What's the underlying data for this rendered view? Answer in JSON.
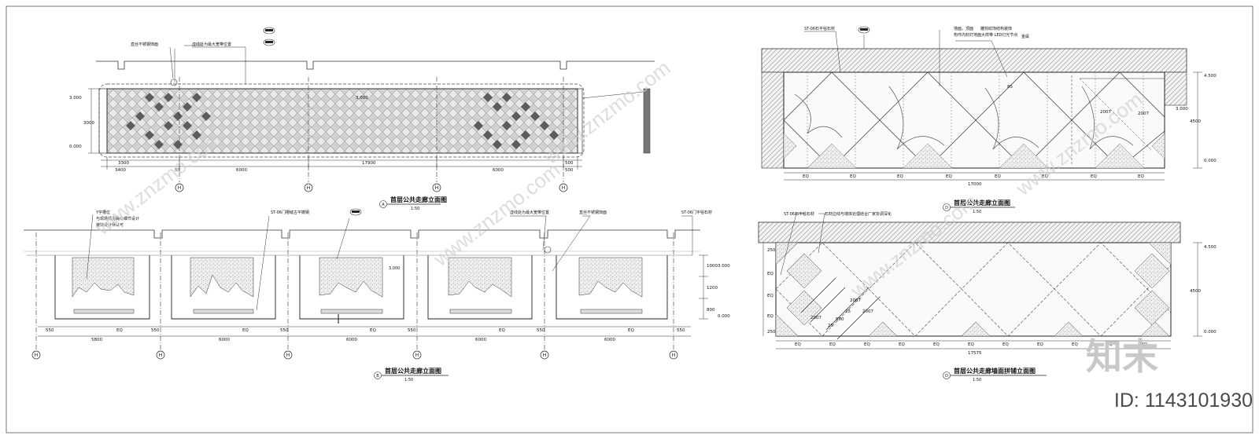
{
  "drawings": {
    "a": {
      "title": "首层公共走廊立面图",
      "scale": "1:50",
      "marker": "A",
      "notes": [
        "直丝不锈钢饰面",
        "虚线处为最大宽带位置"
      ],
      "levels": [
        "3.000",
        "0.000",
        "3.000"
      ],
      "height_dim": "3000",
      "dims_top": [
        "3300",
        "17900",
        "500"
      ],
      "dims_bottom": [
        "3400",
        "50",
        "6000",
        "6000",
        "500"
      ],
      "grid_axes": [
        "H",
        "H",
        "H",
        "H"
      ]
    },
    "b": {
      "title": "首层公共走廊立面图",
      "scale": "1:50",
      "marker": "B",
      "notes": [
        "Y字槽位",
        "与现场情况确认细节设计",
        "装饰设计师认可",
        "ST-06门槽缝古平铸钢",
        "虚线处为最大宽带位置",
        "直丝不锈钢饰面",
        "ST-06门平毯石材"
      ],
      "levels": [
        "3.000",
        "0.000"
      ],
      "dims_side": [
        "1000",
        "1200",
        "800"
      ],
      "dims_row": [
        "550",
        "EQ",
        "550",
        "EQ",
        "550",
        "EQ",
        "550",
        "EQ",
        "550",
        "EQ",
        "550"
      ],
      "dims_main": [
        "5800",
        "6000",
        "6000",
        "6000",
        "6000"
      ],
      "grid_axes": [
        "H",
        "H",
        "H",
        "H",
        "H",
        "H"
      ]
    },
    "c": {
      "title": "首层公共走廊立面图",
      "scale": "1:50",
      "marker": "D",
      "notes": [
        "ST-06石平毯石材",
        "墙面，顶面",
        "雕刻纹饰结构装饰",
        "构件内封灯地面大样带 LED灯光节点",
        "金属"
      ],
      "levels": [
        "4.500",
        "3.000",
        "0.000"
      ],
      "height_dim": "4500",
      "dims": [
        "EQ",
        "EQ",
        "EQ",
        "EQ",
        "EQ",
        "EQ",
        "EQ",
        "EQ"
      ],
      "total": "17000",
      "diag_dims": [
        "2007",
        "2007",
        "85"
      ]
    },
    "d": {
      "title": "首层公共走廊墙面拼铺立面图",
      "scale": "1:50",
      "marker": "D",
      "notes": [
        "ST-06石平毯石材",
        "石材边线与墙体处理结合厂家协调深化"
      ],
      "levels": [
        "4.500",
        "0.000"
      ],
      "height_dim": "4500",
      "side_dims": [
        "250",
        "EQ",
        "EQ",
        "EQ",
        "250"
      ],
      "diag_dims": [
        "2007",
        "2007",
        "2007",
        "25",
        "500",
        "25"
      ],
      "dims": [
        "EQ",
        "EQ",
        "EQ",
        "EQ",
        "EQ",
        "EQ",
        "EQ",
        "EQ",
        "EQ",
        "EQ",
        "EQ"
      ],
      "total": "17575"
    }
  },
  "watermark": {
    "text": "www.znzmo.com",
    "logo": "知末",
    "id": "ID: 1143101930"
  }
}
